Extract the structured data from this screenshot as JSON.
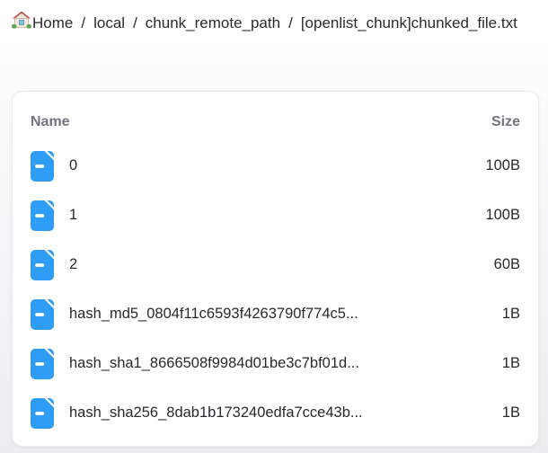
{
  "breadcrumb": {
    "separator": "/",
    "home_icon": "house-emoji",
    "items": [
      {
        "label": "Home"
      },
      {
        "label": "local"
      },
      {
        "label": "chunk_remote_path"
      },
      {
        "label": "[openlist_chunk]chunked_file.txt"
      }
    ]
  },
  "file_list": {
    "columns": {
      "name": "Name",
      "size": "Size"
    },
    "icon": "file-icon",
    "icon_color": "#2f9cf5",
    "rows": [
      {
        "name": "0",
        "size": "100B"
      },
      {
        "name": "1",
        "size": "100B"
      },
      {
        "name": "2",
        "size": "60B"
      },
      {
        "name": "hash_md5_0804f11c6593f4263790f774c5...",
        "size": "1B"
      },
      {
        "name": "hash_sha1_8666508f9984d01be3c7bf01d...",
        "size": "1B"
      },
      {
        "name": "hash_sha256_8dab1b173240edfa7cce43b...",
        "size": "1B"
      }
    ]
  }
}
